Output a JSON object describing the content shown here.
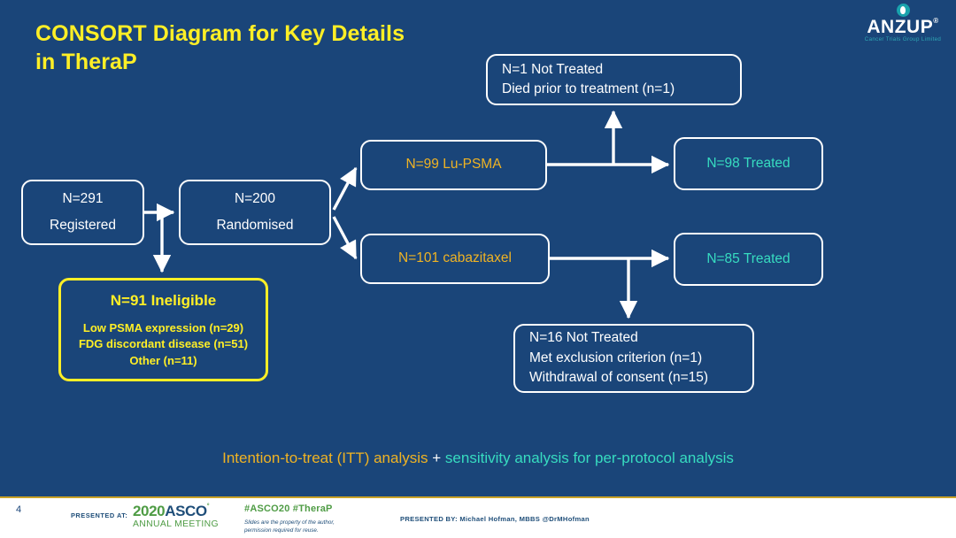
{
  "slide": {
    "title_line1": "CONSORT Diagram for Key Details",
    "title_line2": "in TheraP",
    "background_color": "#1a4579",
    "accent_yellow": "#ffef26",
    "accent_gold": "#f0b323",
    "accent_teal": "#37dcc0"
  },
  "logo": {
    "wordmark": "ANZUP",
    "registered": "®",
    "tagline": "Cancer Trials Group Limited"
  },
  "diagram": {
    "registered": {
      "line1": "N=291",
      "line2": "Registered"
    },
    "randomised": {
      "line1": "N=200",
      "line2": "Randomised"
    },
    "ineligible": {
      "heading": "N=91 Ineligible",
      "reasons": [
        "Low PSMA expression (n=29)",
        "FDG discordant disease (n=51)",
        "Other (n=11)"
      ]
    },
    "arm_lupsma": {
      "label": "N=99 Lu-PSMA"
    },
    "arm_cabazitaxel": {
      "label": "N=101 cabazitaxel"
    },
    "treated_lupsma": {
      "label": "N=98 Treated"
    },
    "treated_cabazitaxel": {
      "label": "N=85 Treated"
    },
    "not_treated_lupsma": {
      "line1": "N=1 Not Treated",
      "line2": "Died prior to treatment (n=1)"
    },
    "not_treated_cabazitaxel": {
      "line1": "N=16 Not Treated",
      "line2": "Met exclusion criterion (n=1)",
      "line3": "Withdrawal of consent (n=15)"
    }
  },
  "caption": {
    "itt": "Intention-to-treat (ITT) analysis",
    "plus": " + ",
    "sensitivity": "sensitivity analysis for per-protocol analysis"
  },
  "footer": {
    "slide_number": "4",
    "presented_at_label": "PRESENTED AT:",
    "asco_year": "2020",
    "asco_name": "ASCO",
    "asco_reg": "°",
    "asco_subtitle": "ANNUAL MEETING",
    "hashtags": "#ASCO20  #TheraP",
    "disclaimer_line1": "Slides are the property of the author,",
    "disclaimer_line2": "permission required for reuse.",
    "presented_by": "PRESENTED BY:  Michael Hofman,  MBBS @DrMHofman"
  }
}
